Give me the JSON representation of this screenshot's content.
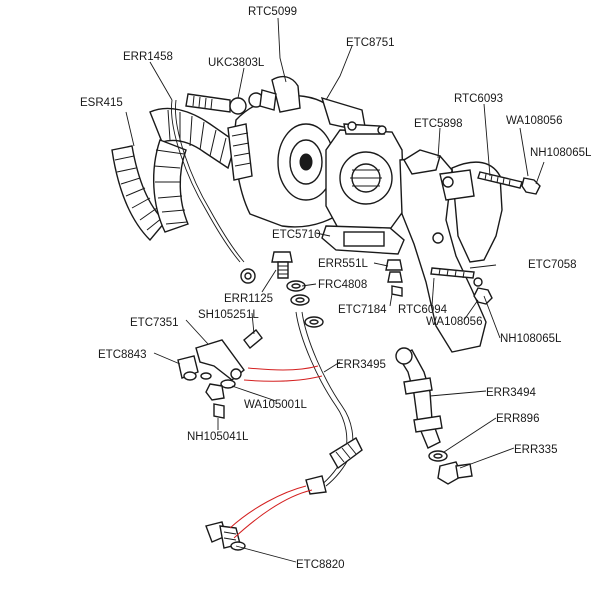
{
  "labels": {
    "rtc5099": "RTC5099",
    "etc8751": "ETC8751",
    "err1458": "ERR1458",
    "ukc3803l": "UKC3803L",
    "esr415": "ESR415",
    "rtc6093": "RTC6093",
    "etc5898": "ETC5898",
    "wa108056_top": "WA108056",
    "nh108065l_top": "NH108065L",
    "etc5710": "ETC5710",
    "err551l": "ERR551L",
    "etc7058": "ETC7058",
    "frc4808": "FRC4808",
    "err1125": "ERR1125",
    "sh105251l": "SH105251L",
    "etc7184": "ETC7184",
    "rtc6094": "RTC6094",
    "wa108056_bottom": "WA108056",
    "nh108065l_bottom": "NH108065L",
    "etc7351": "ETC7351",
    "etc8843": "ETC8843",
    "err3495": "ERR3495",
    "err3494": "ERR3494",
    "wa105001l": "WA105001L",
    "err896": "ERR896",
    "err335": "ERR335",
    "nh105041l": "NH105041L",
    "etc8820": "ETC8820"
  },
  "colors": {
    "line": "#1a1a1a",
    "highlight": "#d42020",
    "background": "#ffffff"
  }
}
